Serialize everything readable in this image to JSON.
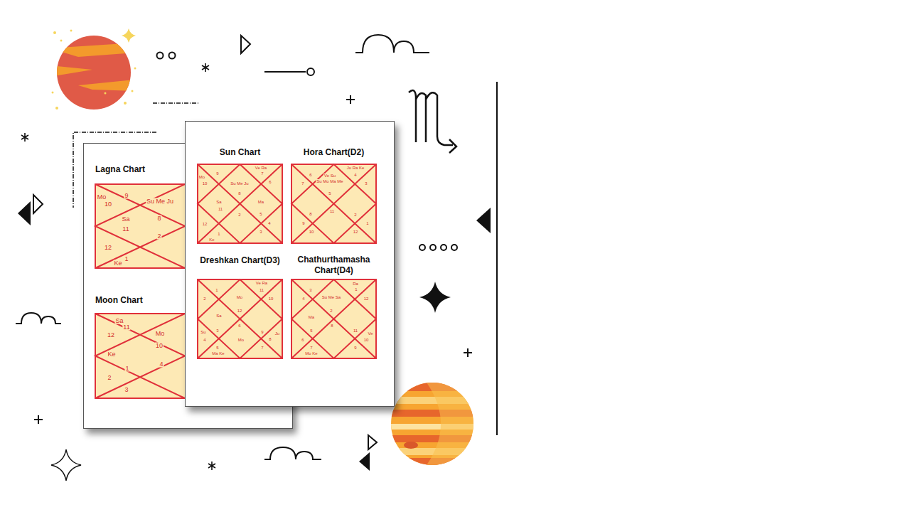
{
  "diagram": {
    "nodes": [
      {
        "text": [
          "Lagna Chart",
          "Mo",
          "9",
          "10",
          "Su Me Ju",
          "8",
          "Sa",
          "11",
          "2",
          "12",
          "1",
          "Ke"
        ]
      },
      {
        "text": [
          "Moon Chart",
          "Sa",
          "11",
          "12",
          "Mo",
          "10",
          "Ke",
          "1",
          "4",
          "2",
          "3"
        ]
      },
      {
        "text": [
          "Sun Chart",
          "Ve Ra",
          "Mo",
          "9",
          "7",
          "10",
          "Su Me Ju",
          "6",
          "8",
          "Sa",
          "Ma",
          "11",
          "2",
          "5",
          "12",
          "4",
          "1",
          "3",
          "Ke"
        ]
      },
      {
        "text": [
          "Hora Chart(D2)",
          "Ju Ra Ke",
          "6",
          "Ve Su",
          "4",
          "Su Mo Ma Me",
          "7",
          "5",
          "3",
          "8",
          "11",
          "2",
          "9",
          "1",
          "10",
          "12"
        ]
      },
      {
        "text": [
          "Dreshkan Chart(D3)",
          "Ve Ra",
          "1",
          "11",
          "2",
          "Mo",
          "10",
          "12",
          "Sa",
          "6",
          "3",
          "9",
          "Su",
          "Ju",
          "4",
          "Mo",
          "8",
          "5",
          "7",
          "Ma Ke"
        ]
      },
      {
        "text": [
          "Chathurthamasha Chart(D4)",
          "Ra",
          "3",
          "1",
          "4",
          "Su Me Sa",
          "12",
          "2",
          "Ma",
          "8",
          "5",
          "11",
          "Ve",
          "6",
          "10",
          "7",
          "9",
          "Mo Ke"
        ]
      }
    ]
  }
}
